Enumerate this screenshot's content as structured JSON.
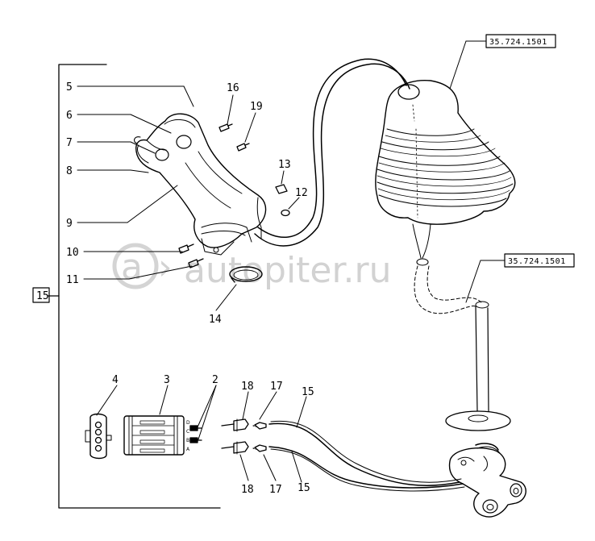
{
  "callouts": {
    "c2": "2",
    "c3": "3",
    "c4": "4",
    "c5": "5",
    "c6": "6",
    "c7": "7",
    "c8": "8",
    "c9": "9",
    "c10": "10",
    "c11": "11",
    "c12": "12",
    "c13": "13",
    "c14": "14",
    "c15a": "15",
    "c15b": "15",
    "c16": "16",
    "c17a": "17",
    "c17b": "17",
    "c18a": "18",
    "c18b": "18",
    "c19": "19"
  },
  "group_box": "15",
  "references": {
    "top": "35.724.1501",
    "mid": "35.724.1501"
  },
  "connector_pins": [
    "D",
    "C",
    "B",
    "A"
  ],
  "watermark": "autopiter.ru"
}
